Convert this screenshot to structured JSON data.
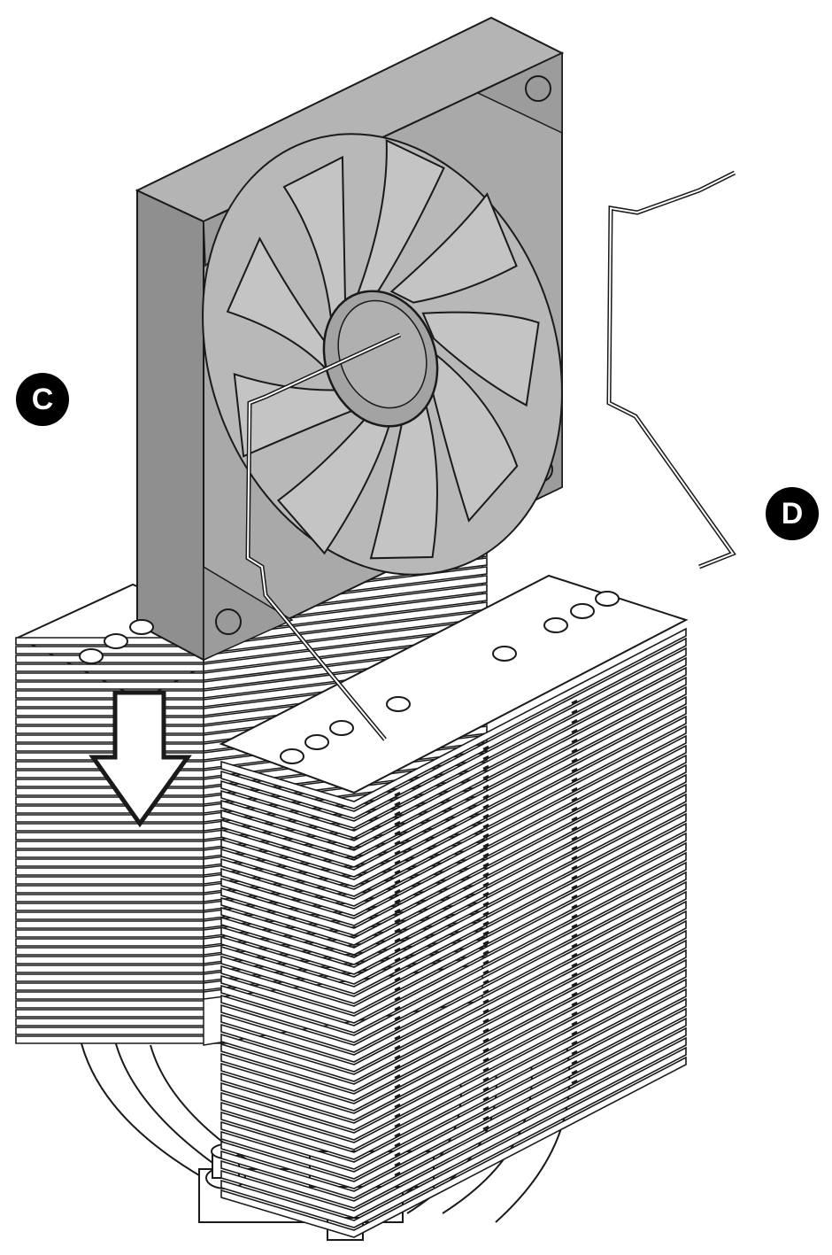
{
  "figure": {
    "callouts": {
      "c": "C",
      "d": "D"
    },
    "colors": {
      "fan_frame": "#a9a9a9",
      "fan_frame_dark": "#8f8f8f",
      "fin": "#ffffff",
      "outline": "#1a1a1a",
      "arrow": "#ffffff"
    },
    "icons": [
      "fan",
      "heatsink",
      "mounting-clip",
      "down-arrow"
    ]
  }
}
